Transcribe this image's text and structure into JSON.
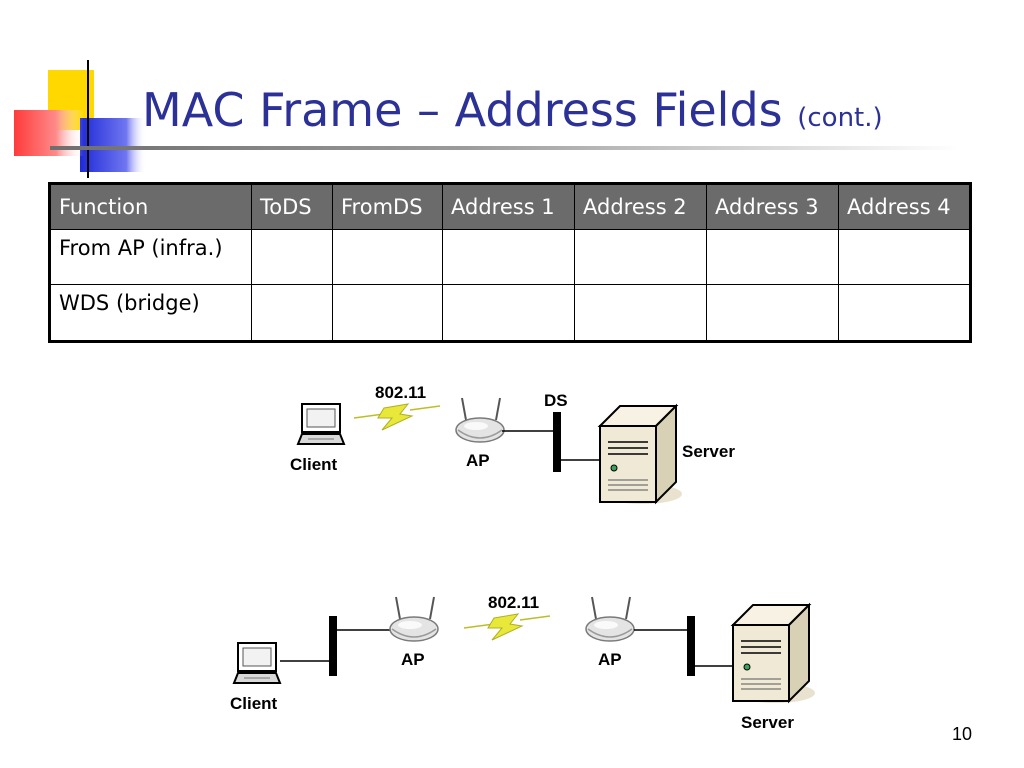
{
  "slide": {
    "title": "MAC Frame – Address Fields",
    "title_suffix": "(cont.)",
    "page_number": "10"
  },
  "table": {
    "headers": [
      "Function",
      "ToDS",
      "FromDS",
      "Address 1",
      "Address 2",
      "Address 3",
      "Address 4"
    ],
    "rows": [
      [
        "From AP (infra.)",
        "",
        "",
        "",
        "",
        "",
        ""
      ],
      [
        "WDS (bridge)",
        "",
        "",
        "",
        "",
        "",
        ""
      ]
    ]
  },
  "diagram_top": {
    "client_label": "Client",
    "link_label": "802.11",
    "ap_label": "AP",
    "ds_label": "DS",
    "server_label": "Server"
  },
  "diagram_bottom": {
    "client_label": "Client",
    "ap1_label": "AP",
    "link_label": "802.11",
    "ap2_label": "AP",
    "server_label": "Server"
  },
  "colors": {
    "title": "#2b3196",
    "header_bg": "#6b6b6b",
    "wireless_bolt": "#e8e83a"
  }
}
